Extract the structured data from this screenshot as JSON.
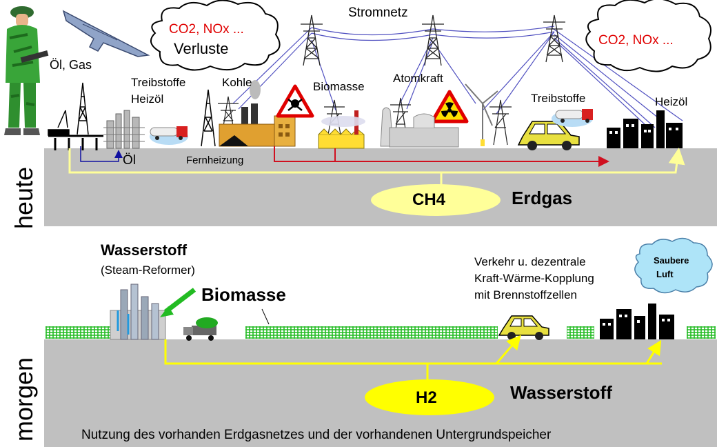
{
  "colors": {
    "ground": "#c0c0c0",
    "gas_line": "#ffff99",
    "h2_line": "#ffff00",
    "heat_line": "#d01020",
    "oil_line": "#1010a0",
    "grid_line": "#5050c0",
    "emission_text": "#e00000",
    "grass": "#22bb22",
    "cloud_blue": "#aee4f8"
  },
  "today": {
    "side_label": "heute",
    "grid_label": "Stromnetz",
    "cloud_left": {
      "line1": "CO2, NOx ...",
      "line2": "Verluste"
    },
    "cloud_right": {
      "line1": "CO2, NOx ..."
    },
    "labels": {
      "oil_gas": "Öl, Gas",
      "fuels_left": "Treibstoffe",
      "heating_oil_left": "Heizöl",
      "coal": "Kohle",
      "biomass": "Biomasse",
      "nuclear": "Atomkraft",
      "fuels_right": "Treibstoffe",
      "heating_oil_right": "Heizöl",
      "oil": "Öl",
      "district_heating": "Fernheizung"
    },
    "gas": {
      "ellipse_label": "CH4",
      "name": "Erdgas"
    }
  },
  "tomorrow": {
    "side_label": "morgen",
    "hydrogen_title": "Wasserstoff",
    "reformer": "(Steam-Reformer)",
    "biomass": "Biomasse",
    "traffic_lines": [
      "Verkehr u. dezentrale",
      "Kraft-Wärme-Kopplung",
      "mit Brennstoffzellen"
    ],
    "clean_air": [
      "Saubere",
      "Luft"
    ],
    "h2": {
      "ellipse_label": "H2",
      "name": "Wasserstoff"
    },
    "footer": "Nutzung des vorhanden Erdgasnetzes und der vorhandenen Untergrundspeicher"
  }
}
